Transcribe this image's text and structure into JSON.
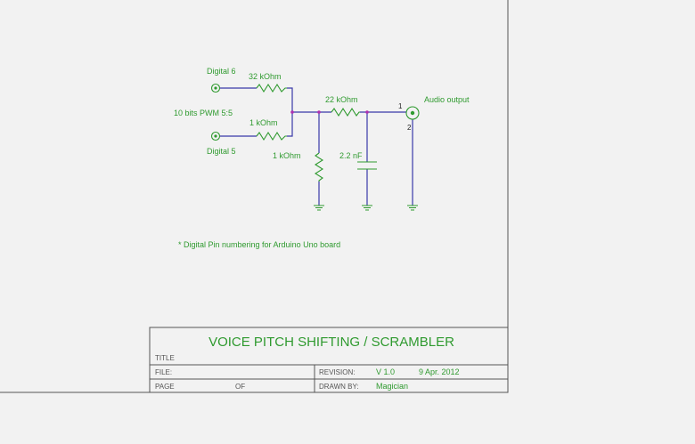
{
  "schematic": {
    "inputs": {
      "digital6": "Digital 6",
      "digital5": "Digital 5",
      "pwm_note": "10 bits PWM 5:5"
    },
    "components": {
      "r1": "32 kOhm",
      "r2": "1 kOhm",
      "r3": "22 kOhm",
      "r4": "1 kOhm",
      "c1": "2.2 nF"
    },
    "output": {
      "label": "Audio output",
      "pin1": "1",
      "pin2": "2"
    },
    "note": "* Digital Pin numbering for Arduino Uno board"
  },
  "title_block": {
    "title_text": "VOICE PITCH SHIFTING / SCRAMBLER",
    "title_label": "TITLE",
    "file_label": "FILE:",
    "page_label": "PAGE",
    "of_label": "OF",
    "revision_label": "REVISION:",
    "revision_value": "V 1.0",
    "date_value": "9 Apr. 2012",
    "drawn_by_label": "DRAWN BY:",
    "drawn_by_value": "Magician"
  },
  "colors": {
    "background": "#f2f2f2",
    "wire": "#3a3aa8",
    "component": "#2f9a2f",
    "border": "#555555"
  }
}
